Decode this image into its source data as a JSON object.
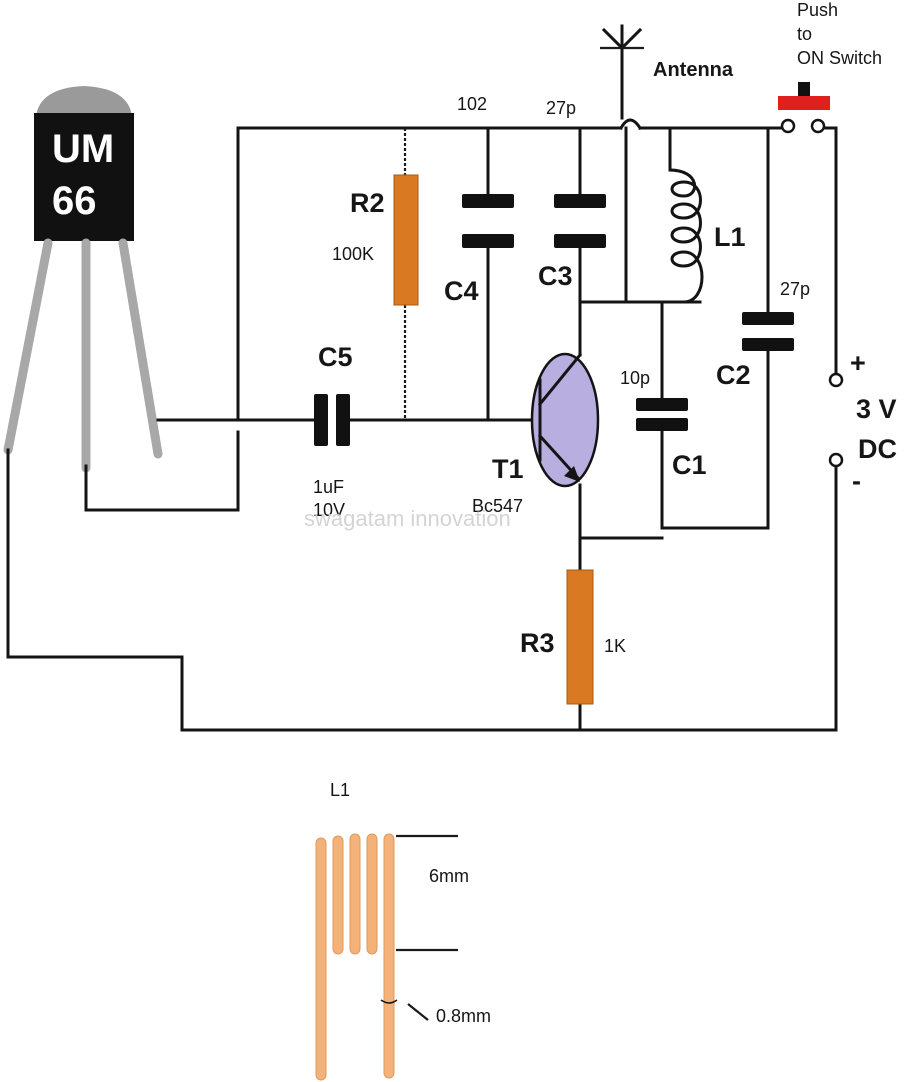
{
  "ic": {
    "label_line1": "UM",
    "label_line2": "66"
  },
  "antenna": {
    "label": "Antenna"
  },
  "switch": {
    "label_line1": "Push",
    "label_line2": "to",
    "label_line3": "ON Switch"
  },
  "components": {
    "r2": {
      "name": "R2",
      "value": "100K"
    },
    "c4": {
      "name": "C4",
      "value": "102"
    },
    "c3": {
      "name": "C3",
      "value": "27p"
    },
    "l1": {
      "name": "L1"
    },
    "c2": {
      "name": "C2",
      "value": "27p"
    },
    "c5": {
      "name": "C5",
      "value_line1": "1uF",
      "value_line2": "10V"
    },
    "c1": {
      "name": "C1",
      "value": "10p"
    },
    "t1": {
      "name": "T1",
      "part": "Bc547"
    },
    "r3": {
      "name": "R3",
      "value": "1K"
    }
  },
  "battery": {
    "plus": "+",
    "minus": "-",
    "voltage": "3 V",
    "type": "DC"
  },
  "watermark": "swagatam innovation",
  "coil_detail": {
    "title": "L1",
    "length": "6mm",
    "wire": "0.8mm"
  },
  "colors": {
    "wire": "#141414",
    "resistor": "#d97a22",
    "transistor": "#b8aee0",
    "switch_button": "#e0201c",
    "ic_body": "#111111",
    "coil_wire": "#f2b27a"
  }
}
